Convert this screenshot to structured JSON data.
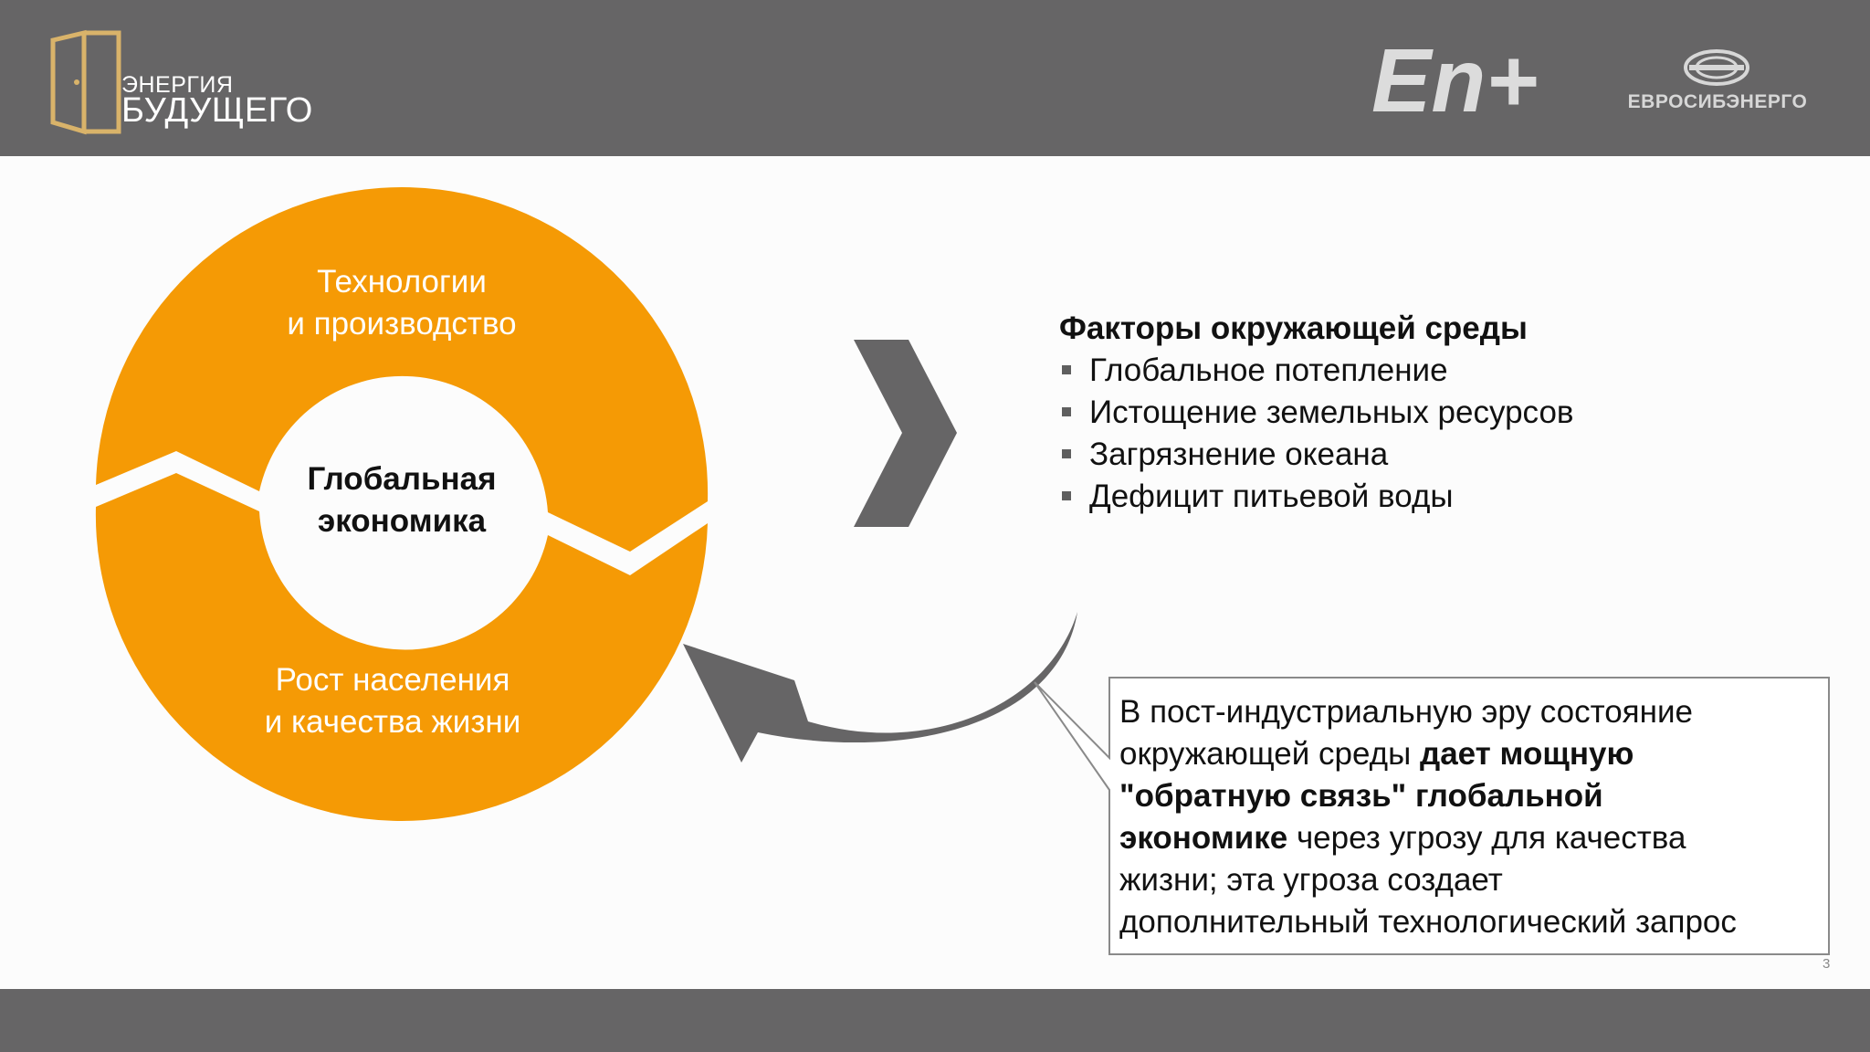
{
  "header": {
    "logo_left_line1": "ЭНЕРГИЯ",
    "logo_left_line2": "БУДУЩЕГО",
    "logo_center": "En+",
    "logo_right": "ЕВРОСИБЭНЕРГО"
  },
  "diagram": {
    "top_segment_line1": "Технологии",
    "top_segment_line2": "и производство",
    "center_line1": "Глобальная",
    "center_line2": "экономика",
    "bottom_segment_line1": "Рост населения",
    "bottom_segment_line2": "и качества жизни",
    "ring_color": "#F59A05",
    "arrow_color": "#666566"
  },
  "factors": {
    "title": "Факторы окружающей среды",
    "items": [
      "Глобальное потепление",
      "Истощение земельных ресурсов",
      "Загрязнение океана",
      "Дефицит питьевой воды"
    ]
  },
  "callout": {
    "line1": "В пост-индустриальную эру состояние",
    "line2_normal": "окружающей среды ",
    "line2_bold": "дает мощную",
    "line3_bold": "\"обратную связь\" глобальной",
    "line4_bold": "экономике",
    "line4_normal": " через угрозу для качества",
    "line5": "жизни; эта угроза создает",
    "line6": "дополнительный технологический запрос"
  },
  "page_number": "3"
}
